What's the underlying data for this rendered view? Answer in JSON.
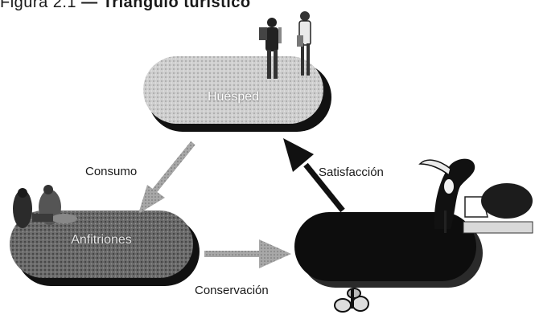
{
  "title": {
    "figure": "Figura 2.1",
    "separator": "—",
    "text": "Triángulo turístico"
  },
  "nodes": {
    "host": "Huésped",
    "locals": "Anfitriones",
    "resource": ""
  },
  "edges": {
    "consumption": "Consumo",
    "satisfaction": "Satisfacción",
    "conservation": "Conservación"
  },
  "colors": {
    "host_fill": "#c9c9c9",
    "locals_fill": "#6e6e6e",
    "resource_fill": "#0d0d0d",
    "shadow": "#111111",
    "arrow_gray": "#8f8f8f",
    "arrow_black": "#111111"
  }
}
